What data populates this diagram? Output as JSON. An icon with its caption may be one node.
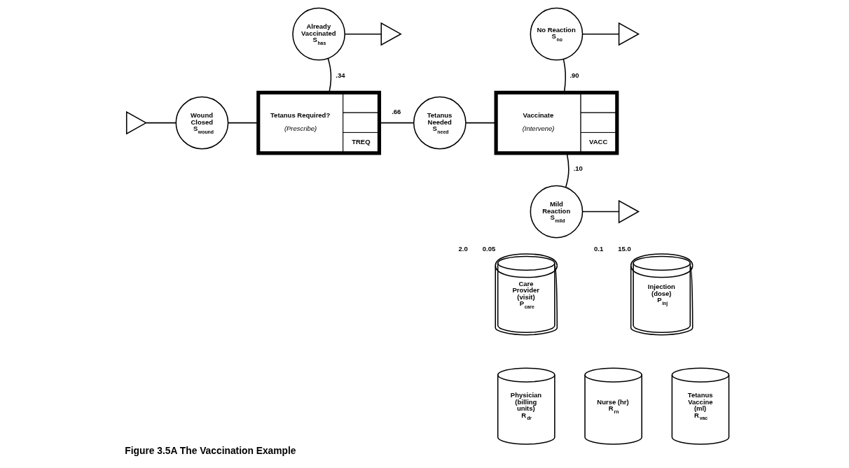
{
  "diagram": {
    "caption": "Figure 3.5A The Vaccination Example",
    "nodes": [
      {
        "text": [],
        "shape": "triangle"
      },
      {
        "text": [
          "Wound Closed",
          "S$_{wound}$"
        ]
      },
      {
        "text": [
          "Tetanus Required?",
          "(Prescribe)",
          "TREQ"
        ]
      },
      {
        "text": [
          "Already Vaccinated",
          "S$_{has}$"
        ]
      },
      {
        "text": [],
        "shape": "triangle"
      },
      {
        "text": [
          "Tetanus Needed",
          "S$_{need}$"
        ]
      },
      {
        "text": [
          "Vaccinate",
          "(Intervene)",
          "VACC"
        ]
      },
      {
        "text": [
          "No Reaction",
          "S$_{no}$"
        ]
      },
      {
        "text": [],
        "shape": "triangle"
      },
      {
        "text": [
          "Mild Reaction",
          "S$_{mild}$"
        ]
      },
      {
        "text": [],
        "shape": "triangle"
      },
      {
        "text": [
          "Care Provider (visit)",
          "P$_{care}$"
        ],
        "beside": [
          "2.0",
          "0.05"
        ]
      },
      {
        "text": [
          "Injection",
          "(dose)",
          "P$_{inj}$"
        ],
        "beside": [
          "0.1",
          "15.0"
        ]
      },
      {
        "text": [
          "Physician (billing units)",
          "R$_{dr}$"
        ]
      },
      {
        "text": [
          "Nurse (hr)",
          "R$_{rn}$"
        ]
      },
      {
        "text": [
          "Tetanus Vaccine (ml)",
          "R$_{vac}$"
        ]
      }
    ],
    "edges": [
      {
        "from": 0,
        "to": 1,
        "arrow": "none"
      },
      {
        "from": 1,
        "to": 2,
        "arrow": "none"
      },
      {
        "from": 2,
        "to": 3,
        "arrow": "none",
        "label": ".34"
      },
      {
        "from": 2,
        "to": 5,
        "arrow": "none",
        "label": ".66"
      },
      {
        "from": 3,
        "to": 4,
        "arrow": "none"
      },
      {
        "from": 5,
        "to": 6,
        "arrow": "none"
      },
      {
        "from": 6,
        "to": 7,
        "arrow": "none",
        "label": ".90"
      },
      {
        "from": 6,
        "to": 9,
        "arrow": "none",
        "label": ".10"
      },
      {
        "from": 7,
        "to": 8,
        "arrow": "none"
      },
      {
        "from": 9,
        "to": 10,
        "arrow": "none"
      }
    ]
  }
}
